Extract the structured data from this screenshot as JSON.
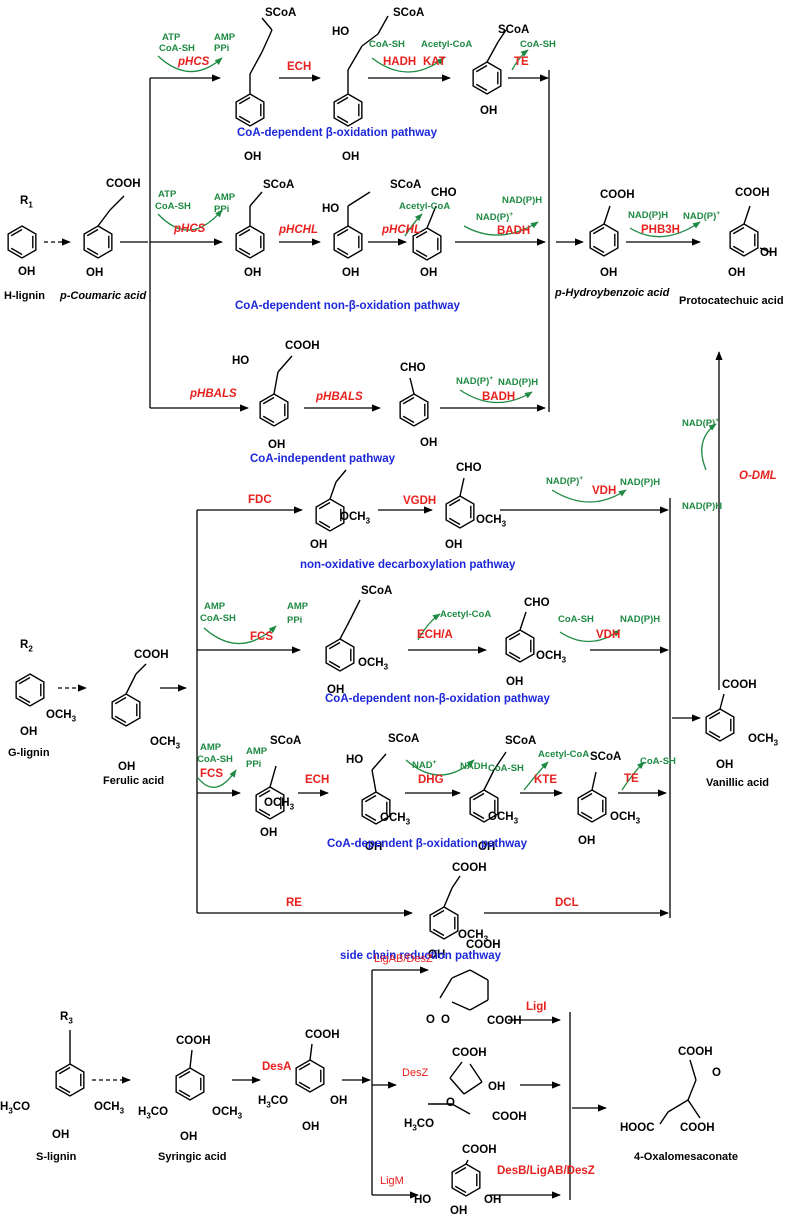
{
  "colors": {
    "enzyme": "#e8201e",
    "cofactor": "#1e8a43",
    "pathway": "#1b27d8",
    "line": "#000000"
  },
  "names": {
    "h_lignin": "H-lignin",
    "p_coumaric": "p-Coumaric acid",
    "p_hydroxybenzoic": "p-Hydroybenzoic acid",
    "protocatechuic": "Protocatechuic acid",
    "g_lignin": "G-lignin",
    "ferulic": "Ferulic acid",
    "vanillic": "Vanillic acid",
    "s_lignin": "S-lignin",
    "syringic": "Syringic acid",
    "oxalomesaconate": "4-Oxalomesaconate"
  },
  "pathways": {
    "h_beta": "CoA-dependent β-oxidation pathway",
    "h_nonbeta": "CoA-dependent non-β-oxidation pathway",
    "h_indep": "CoA-independent pathway",
    "g_nonox": "non-oxidative decarboxylation pathway",
    "g_nonbeta": "CoA-dependent non-β-oxidation pathway",
    "g_beta": "CoA-dependent β-oxidation pathway",
    "g_sidechain": "side chain reduction pathway"
  },
  "enzymes": {
    "phcs1": "pHCS",
    "ech1": "ECH",
    "hadh": "HADH",
    "kat": "KAT",
    "te1": "TE",
    "phcs2": "pHCS",
    "phchl1": "pHCHL",
    "phchl2": "pHCHL",
    "badh1": "BADH",
    "phb3h": "PHB3H",
    "phbals1": "pHBALS",
    "phbals2": "pHBALS",
    "badh2": "BADH",
    "odml": "O-DML",
    "fdc": "FDC",
    "vgdh": "VGDH",
    "vdh1": "VDH",
    "fcs1": "FCS",
    "echa": "ECH/A",
    "vdh2": "VDH",
    "fcs2": "FCS",
    "ech2": "ECH",
    "dhg": "DHG",
    "kte": "KTE",
    "te2": "TE",
    "re": "RE",
    "dcl": "DCL",
    "desa": "DesA",
    "ligabdesz": "LigAB/DesZ",
    "ligi": "LigI",
    "desz": "DesZ",
    "ligm": "LigM",
    "desb": "DesB/LigAB/DesZ"
  },
  "cofactors": {
    "atp": "ATP",
    "coash": "CoA-SH",
    "amp": "AMP",
    "ppi": "PPi",
    "acetylcoa": "Acetyl-CoA",
    "nadph": "NAD(P)H",
    "nadp": "NAD(P)",
    "nadplus": "NAD(P)+",
    "nadplain": "NAD",
    "nadh": "NADH",
    "plus": "+"
  },
  "groups": {
    "scoa": "SCoA",
    "cooh": "COOH",
    "cho": "CHO",
    "oh": "OH",
    "ho": "HO",
    "och": "OCH",
    "r": "R",
    "hooc": "HOOC",
    "h3co": "H",
    "o": "O",
    "three": "3",
    "co": "CO",
    "one": "1",
    "two": "2",
    "three_sub": "3"
  }
}
